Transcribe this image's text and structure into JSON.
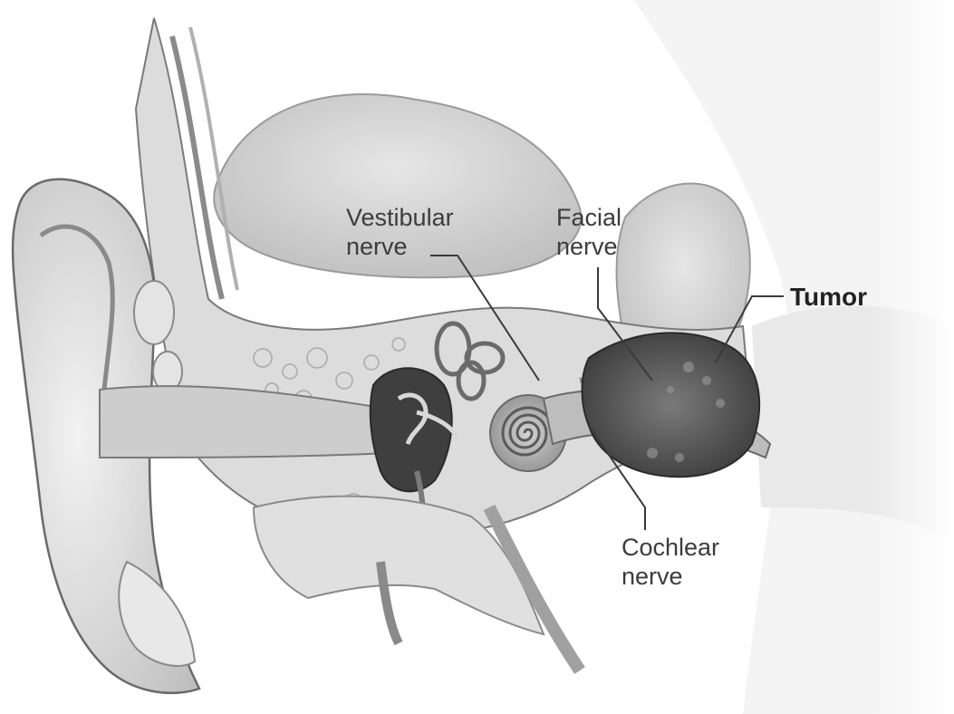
{
  "labels": {
    "vestibular": "Vestibular\nnerve",
    "facial": "Facial\nnerve",
    "tumor": "Tumor",
    "cochlear": "Cochlear\nnerve"
  },
  "colors": {
    "background": "#ffffff",
    "bone": "#d9d9d9",
    "tissue_dark": "#4a4a4a",
    "tissue_mid": "#9a9a9a",
    "line": "#3a3a3a"
  }
}
